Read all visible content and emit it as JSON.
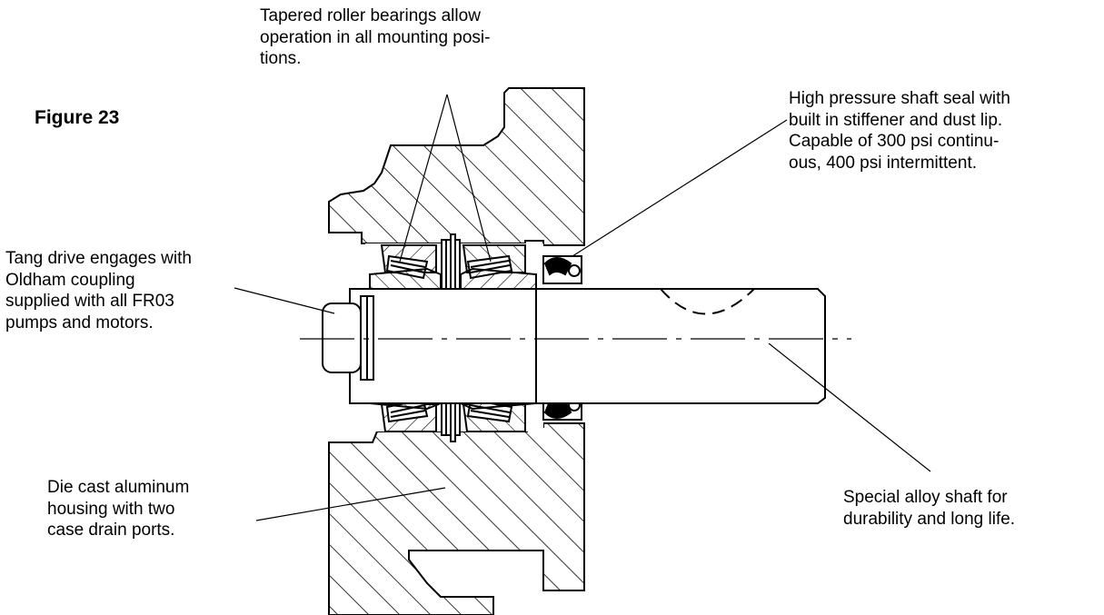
{
  "figure": {
    "title": "Figure 23"
  },
  "callouts": {
    "bearings": "Tapered roller bearings  allow\noperation in all mounting posi-\ntions.",
    "seal": "High pressure shaft seal with\nbuilt in stiffener and dust lip.\nCapable of 300 psi continu-\nous, 400 psi intermittent.",
    "tang": "Tang drive engages with\nOldham coupling\nsupplied with all FR03\npumps and motors.",
    "housing": "Die cast aluminum\nhousing with two\ncase drain ports.",
    "shaft": "Special alloy shaft for\ndurability and long life."
  },
  "colors": {
    "line": "#000000",
    "background": "#ffffff"
  }
}
